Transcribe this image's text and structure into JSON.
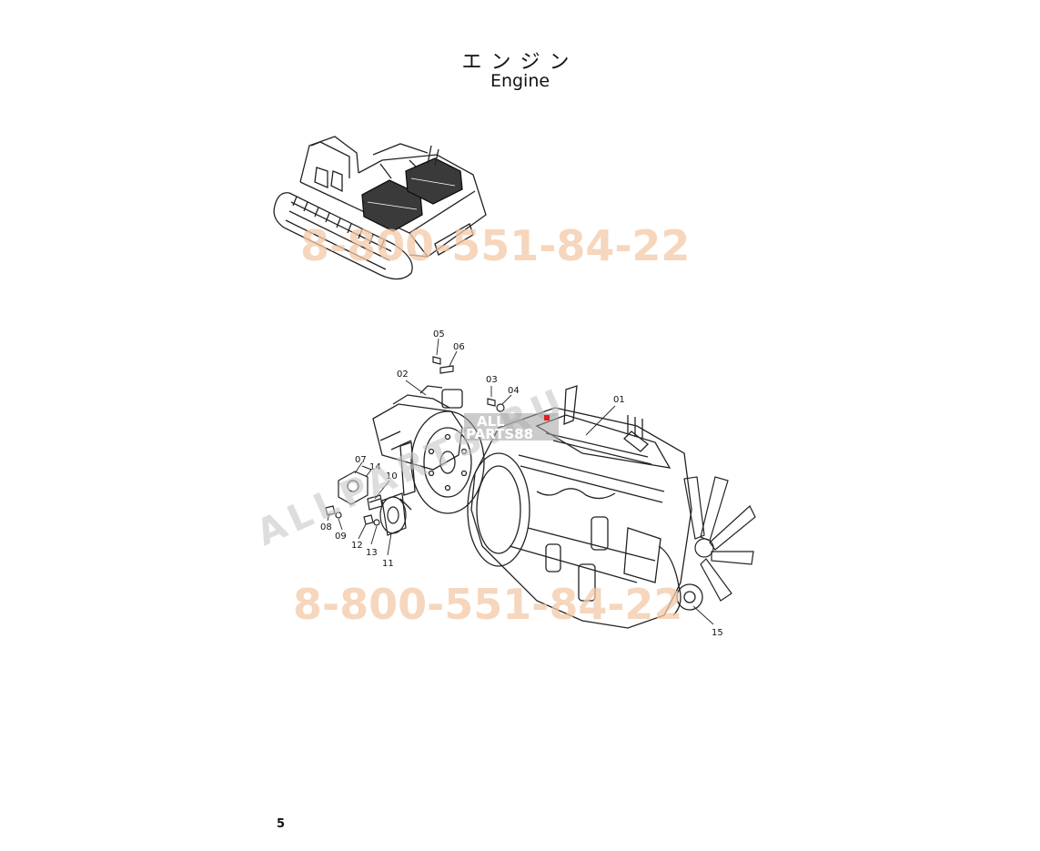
{
  "header": {
    "title_jp": "エンジン",
    "title_en": "Engine"
  },
  "footer": {
    "page_number": "5"
  },
  "callouts": [
    "05",
    "06",
    "02",
    "03",
    "04",
    "01",
    "07",
    "14",
    "10",
    "08",
    "09",
    "12",
    "13",
    "11",
    "15"
  ],
  "watermarks": {
    "phone_top": "8-800-551-84-22",
    "phone_bottom": "8-800-551-84-22",
    "site": "ALLPARTS.RU",
    "logo_top": "ALL",
    "logo_bottom": "PARTS88"
  },
  "colors": {
    "line": "#222222",
    "phone_watermark": "#f4c9a6",
    "site_watermark": "#c8c8c8"
  }
}
